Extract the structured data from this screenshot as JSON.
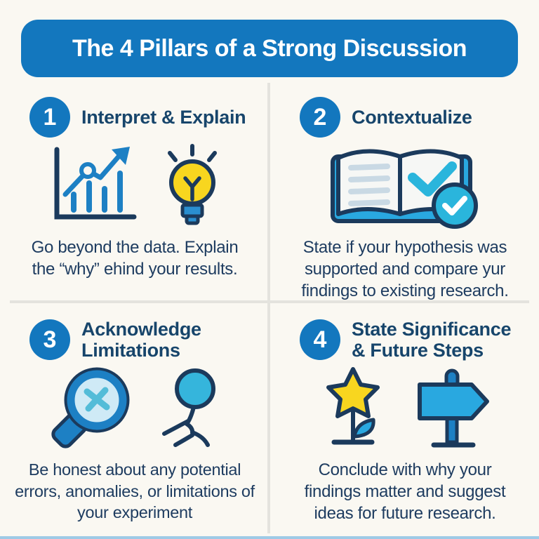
{
  "title": "The 4 Pillars of a Strong Discussion",
  "colors": {
    "background": "#faf8f2",
    "header_bg": "#1377be",
    "number_circle_bg": "#1377be",
    "section_title_text": "#17456b",
    "body_text": "#1e3c60",
    "divider": "#e4e3de",
    "icon_blue": "#1d80c4",
    "icon_cyan": "#2ab5dc",
    "icon_yellow": "#f8d61f",
    "icon_navy": "#1b3a5c"
  },
  "quadrants": [
    {
      "number": "1",
      "title": "Interpret & Explain",
      "description": "Go beyond the data. Explain the “why” ehind your results.",
      "icons": [
        "bar-chart-trend-icon",
        "lightbulb-icon"
      ]
    },
    {
      "number": "2",
      "title": "Contextualize",
      "description": "State if your hypothesis was supported and compare yur findings to existing research.",
      "icons": [
        "open-book-check-icon",
        "check-badge-icon"
      ]
    },
    {
      "number": "3",
      "title": "Acknowledge Limitations",
      "description": "Be honest about any potential errors, anomalies, or limitations of your experiment",
      "icons": [
        "magnifier-x-icon",
        "stick-figure-icon"
      ]
    },
    {
      "number": "4",
      "title": "State Significance & Future Steps",
      "description": "Conclude with why your findings matter and suggest ideas for future research.",
      "icons": [
        "star-plant-icon",
        "signpost-icon"
      ]
    }
  ]
}
